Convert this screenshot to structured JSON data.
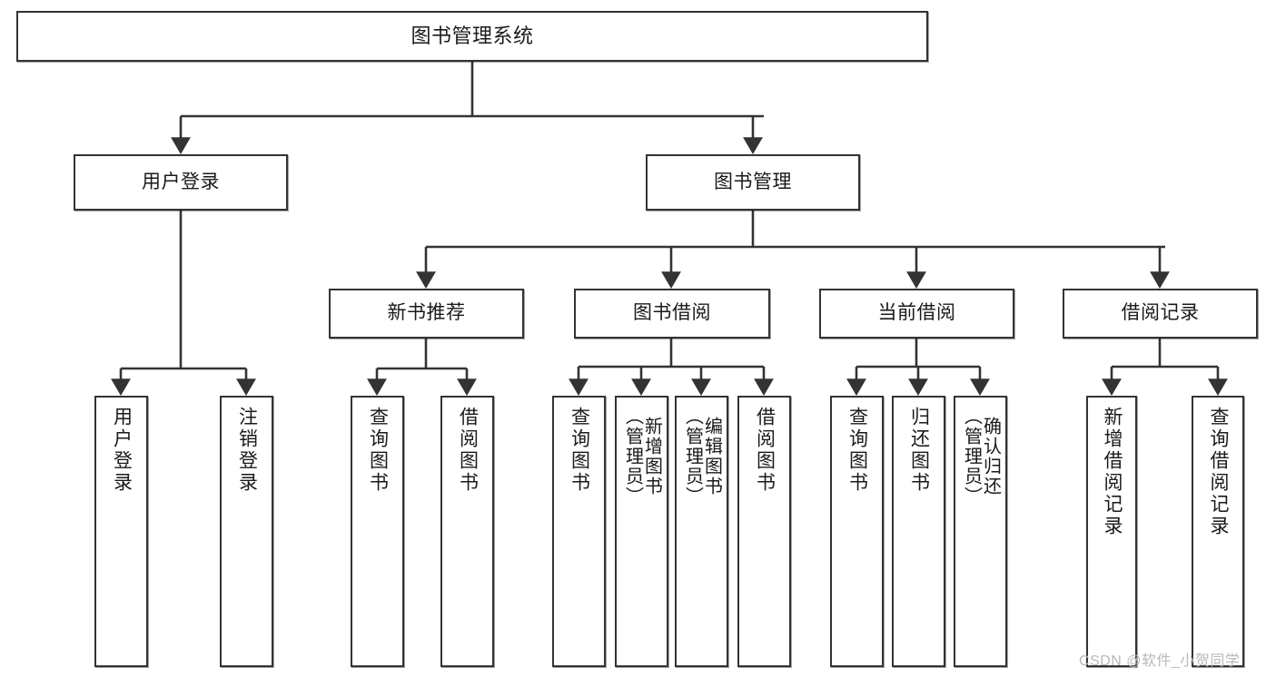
{
  "diagram": {
    "type": "tree",
    "title": "图书管理系统",
    "watermark": "CSDN @软件_小贺同学",
    "colors": {
      "box_border": "#333333",
      "box_fill": "#ffffff",
      "connector": "#333333",
      "text": "#1a1a1a",
      "watermark": "#b8b8b8",
      "background": "#ffffff"
    },
    "levels": {
      "root": "图书管理系统",
      "level2": [
        "用户登录",
        "图书管理"
      ],
      "level3": [
        "新书推荐",
        "图书借阅",
        "当前借阅",
        "借阅记录"
      ],
      "level4": [
        "用户登录",
        "注销登录",
        "查询图书",
        "借阅图书",
        "查询图书",
        "新增图书（管理员）",
        "编辑图书（管理员）",
        "借阅图书",
        "查询图书",
        "归还图书",
        "确认归还（管理员）",
        "新增借阅记录",
        "查询借阅记录"
      ]
    },
    "nodes": {
      "root": {
        "label": "图书管理系统"
      },
      "user_login": {
        "label": "用户登录"
      },
      "book_manage": {
        "label": "图书管理"
      },
      "new_book_rec": {
        "label": "新书推荐"
      },
      "book_borrow": {
        "label": "图书借阅"
      },
      "current_borrow": {
        "label": "当前借阅"
      },
      "borrow_record": {
        "label": "借阅记录"
      },
      "leaf_user_login": {
        "label": "用户登录"
      },
      "leaf_logout": {
        "label": "注销登录"
      },
      "leaf_query_book_1": {
        "label": "查询图书"
      },
      "leaf_borrow_book_1": {
        "label": "借阅图书"
      },
      "leaf_query_book_2": {
        "label": "查询图书"
      },
      "leaf_add_book": {
        "label": "新增图书\n（管理员）"
      },
      "leaf_edit_book": {
        "label": "编辑图书\n（管理员）"
      },
      "leaf_borrow_book_2": {
        "label": "借阅图书"
      },
      "leaf_query_book_3": {
        "label": "查询图书"
      },
      "leaf_return_book": {
        "label": "归还图书"
      },
      "leaf_confirm_return": {
        "label": "确认归还\n（管理员）"
      },
      "leaf_add_record": {
        "label": "新增借阅记录"
      },
      "leaf_query_record": {
        "label": "查询借阅记录"
      }
    },
    "edges": [
      {
        "from": "root",
        "to": "user_login"
      },
      {
        "from": "root",
        "to": "book_manage"
      },
      {
        "from": "user_login",
        "to": "leaf_user_login"
      },
      {
        "from": "user_login",
        "to": "leaf_logout"
      },
      {
        "from": "book_manage",
        "to": "new_book_rec"
      },
      {
        "from": "book_manage",
        "to": "book_borrow"
      },
      {
        "from": "book_manage",
        "to": "current_borrow"
      },
      {
        "from": "book_manage",
        "to": "borrow_record"
      },
      {
        "from": "new_book_rec",
        "to": "leaf_query_book_1"
      },
      {
        "from": "new_book_rec",
        "to": "leaf_borrow_book_1"
      },
      {
        "from": "book_borrow",
        "to": "leaf_query_book_2"
      },
      {
        "from": "book_borrow",
        "to": "leaf_add_book"
      },
      {
        "from": "book_borrow",
        "to": "leaf_edit_book"
      },
      {
        "from": "book_borrow",
        "to": "leaf_borrow_book_2"
      },
      {
        "from": "current_borrow",
        "to": "leaf_query_book_3"
      },
      {
        "from": "current_borrow",
        "to": "leaf_return_book"
      },
      {
        "from": "current_borrow",
        "to": "leaf_confirm_return"
      },
      {
        "from": "borrow_record",
        "to": "leaf_add_record"
      },
      {
        "from": "borrow_record",
        "to": "leaf_query_record"
      }
    ]
  }
}
